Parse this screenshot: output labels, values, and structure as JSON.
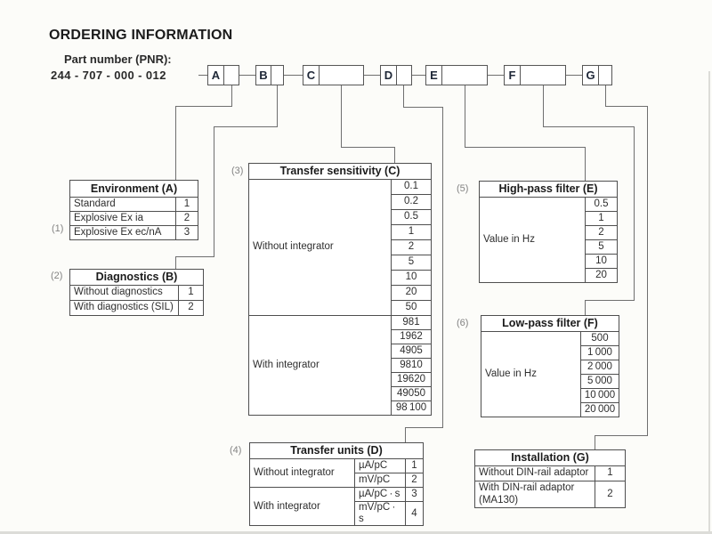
{
  "title": "ORDERING INFORMATION",
  "pnr": {
    "label": "Part number (PNR):",
    "value": "244 - 707 - 000 - 012"
  },
  "code_boxes": [
    "A",
    "B",
    "C",
    "D",
    "E",
    "F",
    "G"
  ],
  "tables": {
    "environment": {
      "footnote": "(1)",
      "title": "Environment (A)",
      "rows": [
        [
          "Standard",
          "1"
        ],
        [
          "Explosive Ex ia",
          "2"
        ],
        [
          "Explosive Ex ec/nA",
          "3"
        ]
      ]
    },
    "diagnostics": {
      "footnote": "(2)",
      "title": "Diagnostics (B)",
      "rows": [
        [
          "Without diagnostics",
          "1"
        ],
        [
          "With diagnostics (SIL)",
          "2"
        ]
      ]
    },
    "transfer_sensitivity": {
      "footnote": "(3)",
      "title": "Transfer sensitivity (C)",
      "groups": [
        {
          "label": "Without integrator",
          "values": [
            "0.1",
            "0.2",
            "0.5",
            "1",
            "2",
            "5",
            "10",
            "20",
            "50"
          ]
        },
        {
          "label": "With integrator",
          "values": [
            "981",
            "1962",
            "4905",
            "9810",
            "19620",
            "49050",
            "98 100"
          ]
        }
      ]
    },
    "transfer_units": {
      "footnote": "(4)",
      "title": "Transfer units (D)",
      "groups": [
        {
          "label": "Without integrator",
          "rows": [
            [
              "µA/pC",
              "1"
            ],
            [
              "mV/pC",
              "2"
            ]
          ]
        },
        {
          "label": "With integrator",
          "rows": [
            [
              "µA/pC · s",
              "3"
            ],
            [
              "mV/pC · s",
              "4"
            ]
          ]
        }
      ]
    },
    "high_pass": {
      "footnote": "(5)",
      "title": "High-pass filter (E)",
      "row_label": "Value in Hz",
      "values": [
        "0.5",
        "1",
        "2",
        "5",
        "10",
        "20"
      ]
    },
    "low_pass": {
      "footnote": "(6)",
      "title": "Low-pass filter (F)",
      "row_label": "Value in Hz",
      "values": [
        "500",
        "1 000",
        "2 000",
        "5 000",
        "10 000",
        "20 000"
      ]
    },
    "installation": {
      "title": "Installation (G)",
      "rows": [
        [
          "Without DIN-rail adaptor",
          "1"
        ],
        [
          "With DIN-rail adaptor (MA130)",
          "2"
        ]
      ]
    }
  }
}
